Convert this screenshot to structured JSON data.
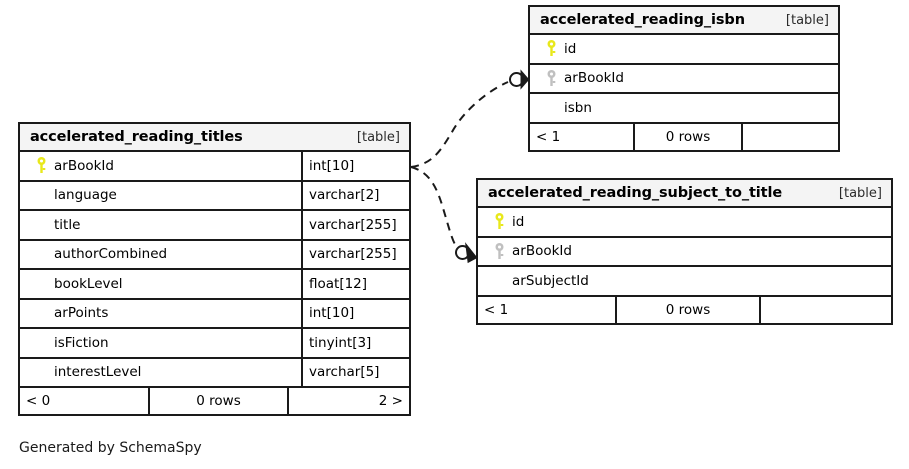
{
  "diagram": {
    "type": "database-schema-erd",
    "generator_note": "Generated by SchemaSpy",
    "table_tag": "[table]",
    "colors": {
      "primary_key": "#e8e81c",
      "foreign_key": "#c0c0c0",
      "border": "#1a1a1a",
      "header_background": "#f4f4f4",
      "page_background": "#ffffff"
    }
  },
  "tables": {
    "titles": {
      "name": "accelerated_reading_titles",
      "tag": "[table]",
      "columns": [
        {
          "key": "primary",
          "name": "arBookId",
          "type": "int[10]"
        },
        {
          "key": "none",
          "name": "language",
          "type": "varchar[2]"
        },
        {
          "key": "none",
          "name": "title",
          "type": "varchar[255]"
        },
        {
          "key": "none",
          "name": "authorCombined",
          "type": "varchar[255]"
        },
        {
          "key": "none",
          "name": "bookLevel",
          "type": "float[12]"
        },
        {
          "key": "none",
          "name": "arPoints",
          "type": "int[10]"
        },
        {
          "key": "none",
          "name": "isFiction",
          "type": "tinyint[3]"
        },
        {
          "key": "none",
          "name": "interestLevel",
          "type": "varchar[5]"
        }
      ],
      "footer": {
        "left": "< 0",
        "middle": "0 rows",
        "right": "2 >"
      }
    },
    "isbn": {
      "name": "accelerated_reading_isbn",
      "tag": "[table]",
      "columns": [
        {
          "key": "primary",
          "name": "id",
          "type": ""
        },
        {
          "key": "foreign",
          "name": "arBookId",
          "type": ""
        },
        {
          "key": "none",
          "name": "isbn",
          "type": ""
        }
      ],
      "footer": {
        "left": "< 1",
        "middle": "0 rows",
        "right": ""
      }
    },
    "subject_to_title": {
      "name": "accelerated_reading_subject_to_title",
      "tag": "[table]",
      "columns": [
        {
          "key": "primary",
          "name": "id",
          "type": ""
        },
        {
          "key": "foreign",
          "name": "arBookId",
          "type": ""
        },
        {
          "key": "none",
          "name": "arSubjectId",
          "type": ""
        }
      ],
      "footer": {
        "left": "< 1",
        "middle": "0 rows",
        "right": ""
      }
    }
  },
  "relationships": [
    {
      "from_table": "accelerated_reading_titles",
      "from_column": "arBookId",
      "to_table": "accelerated_reading_isbn",
      "to_column": "arBookId",
      "style": "dashed",
      "source_marker": "none",
      "target_marker": "zero-or-more"
    },
    {
      "from_table": "accelerated_reading_titles",
      "from_column": "arBookId",
      "to_table": "accelerated_reading_subject_to_title",
      "to_column": "arBookId",
      "style": "dashed",
      "source_marker": "none",
      "target_marker": "zero-or-more"
    }
  ]
}
